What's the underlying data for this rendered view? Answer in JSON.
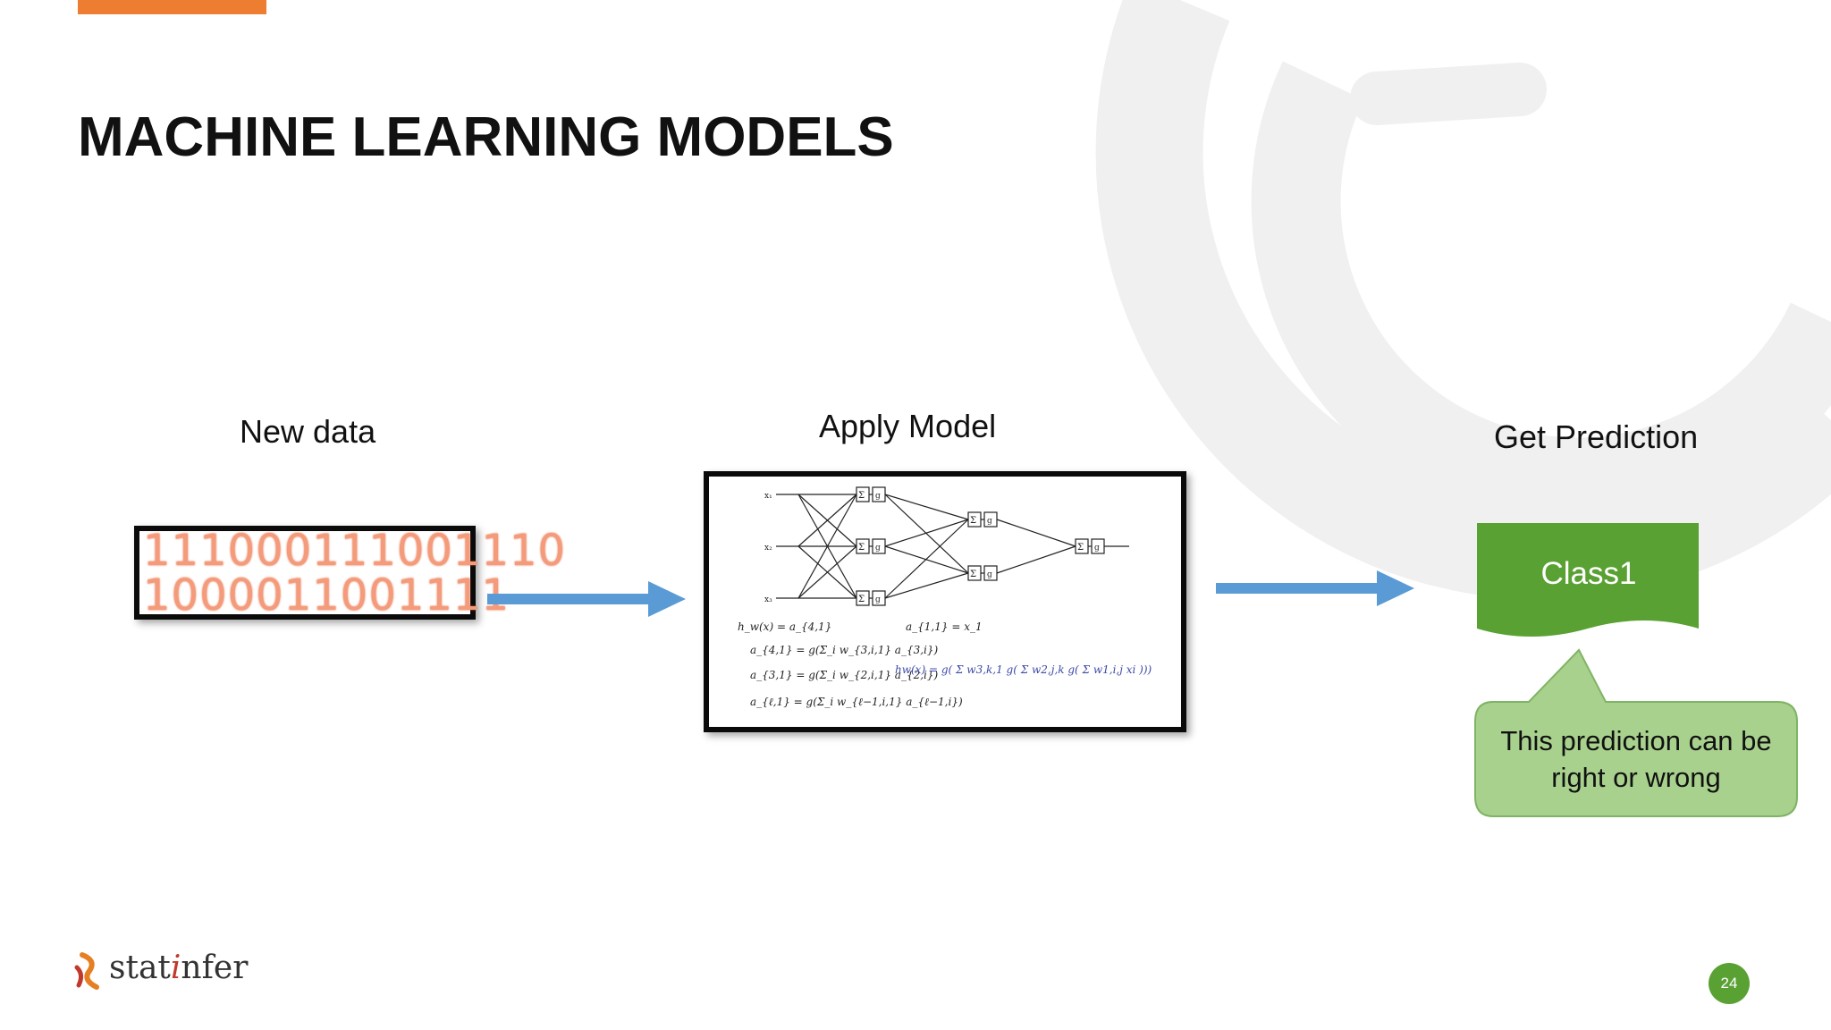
{
  "slide": {
    "title": "MACHINE LEARNING MODELS",
    "page_number": "24"
  },
  "labels": {
    "new_data": "New data",
    "apply_model": "Apply Model",
    "get_prediction": "Get Prediction"
  },
  "binary": {
    "line1": "111000111001110",
    "line2": "1000011001111"
  },
  "prediction": {
    "class_label": "Class1",
    "callout": "This prediction can be right or wrong"
  },
  "network": {
    "inputs": [
      "x1",
      "x2",
      "x3"
    ],
    "formulas_left": [
      "h_w(x) = a_{4,1}",
      "a_{4,1} = g(Σ_i w_{3,i,1} a_{3,i})",
      "a_{3,1} = g(Σ_i w_{2,i,1} a_{2,i})",
      "a_{ℓ,1} = g(Σ_i w_{ℓ−1,i,1} a_{ℓ−1,i})"
    ],
    "formula_base": "a_{1,1} = x_1"
  },
  "logo": {
    "part1": "stat",
    "part2": "i",
    "part3": "nfer"
  },
  "colors": {
    "accent_orange": "#ED7D31",
    "arrow_blue": "#5B9BD5",
    "class_green": "#5AA133",
    "callout_green": "#A9D18E",
    "binary_orange": "#F39B7A"
  }
}
